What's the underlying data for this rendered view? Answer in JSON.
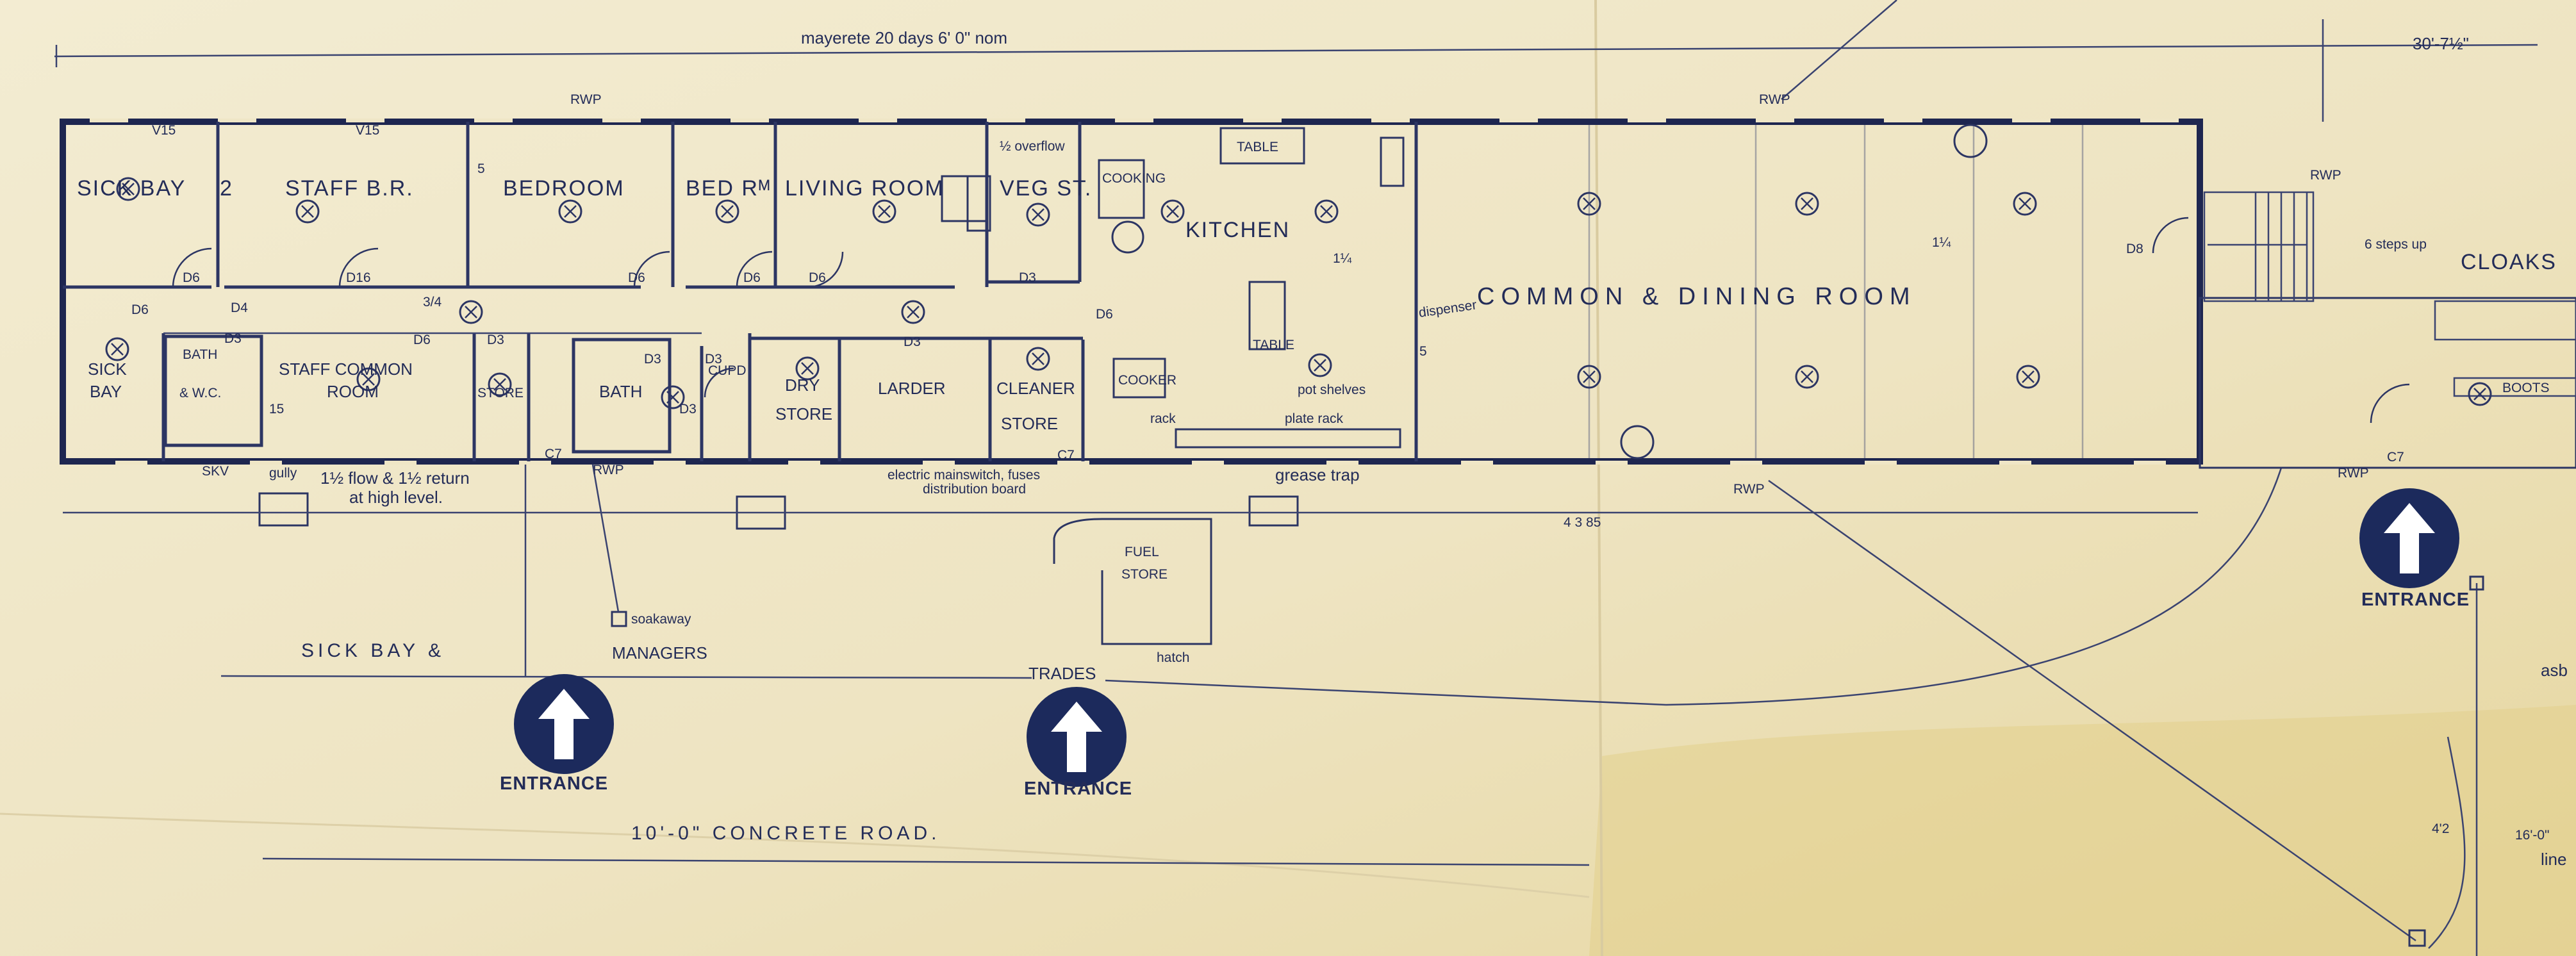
{
  "title_note": "mayerete 20 days 6' 0\" nom",
  "dimension_top": "30'-7½\"",
  "dimension_mid": "4 3 85",
  "rooms": {
    "sick_bay_1": "SICK  BAY",
    "sick_bay_num": "2",
    "staff_br": "STAFF  B.R.",
    "bedroom": "BEDROOM",
    "bed_rm": "BED Rᴹ",
    "living_room": "LIVING  ROOM",
    "veg_st": "VEG  ST.",
    "kitchen": "KITCHEN",
    "common_dining": "COMMON  &  DINING  ROOM",
    "cloaks": "CLOAKS",
    "sick_bay_2a": "SICK",
    "sick_bay_2b": "BAY",
    "bath_1": "BATH",
    "wc": "& W.C.",
    "staff_common_a": "STAFF COMMON",
    "staff_common_b": "ROOM",
    "store_1": "STORE",
    "bath_2": "BATH",
    "cupd": "CUPD",
    "dry_store_a": "DRY",
    "dry_store_b": "STORE",
    "larder": "LARDER",
    "cleaner_store_a": "CLEANER",
    "cleaner_store_b": "STORE",
    "fuel_store_a": "FUEL",
    "fuel_store_b": "STORE"
  },
  "fixtures": {
    "table_1": "TABLE",
    "table_2": "TABLE",
    "cooking": "COOKING",
    "cooker": "COOKER",
    "overflow": "½ overflow",
    "rack": "rack",
    "plate_rack": "plate rack",
    "pot_shelves": "pot shelves",
    "boots": "BOOTS",
    "dispenser": "dispenser",
    "steps": "6 steps up"
  },
  "door_marks": {
    "d6": "D6",
    "d3": "D3",
    "d4": "D4",
    "c7": "C7",
    "d8": "D8",
    "v15": "V15",
    "d16": "D16",
    "n15": "15",
    "n5": "5",
    "rwp": "RWP",
    "skv": "SKV",
    "gully": "gully",
    "fraction": "3/4",
    "one_quarter": "1¼"
  },
  "notes": {
    "flow_return_a": "1½ flow & 1½ return",
    "flow_return_b": "at high level.",
    "electric_a": "electric mainswitch, fuses",
    "electric_b": "distribution board",
    "grease_trap": "grease trap",
    "soakaway": "soakaway",
    "hatch": "hatch",
    "trades": "TRADES",
    "sick_bay_managers": "SICK  BAY  &",
    "managers": "MANAGERS",
    "road": "10'-0\"  CONCRETE  ROAD.",
    "asb": "asb",
    "line": "line",
    "dim_42": "4'2",
    "dim_16": "16'-0\""
  },
  "entrances": {
    "left": "ENTRANCE",
    "middle": "ENTRANCE",
    "right": "ENTRANCE"
  },
  "colors": {
    "paper": "#efe6c6",
    "ink": "#1e2650",
    "badge": "#1c2a5c"
  }
}
